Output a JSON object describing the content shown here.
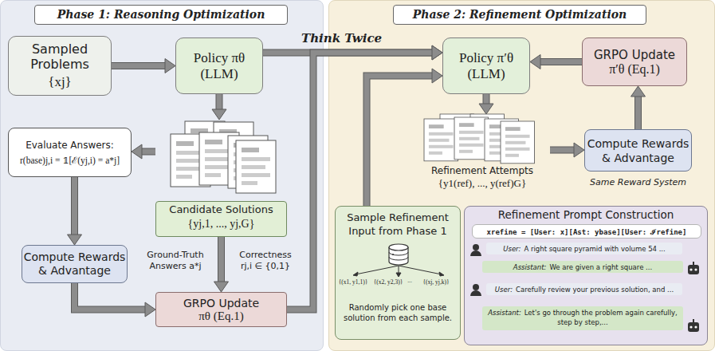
{
  "diagram": {
    "nodes": [
      {
        "text": [
          "Phase 1: Reasoning Optimization"
        ]
      },
      {
        "text": [
          "Phase 2: Refinement Optimization"
        ]
      },
      {
        "text": [
          "Sampled Problems",
          "{xj}"
        ],
        "in": 0
      },
      {
        "text": [
          "Policy πθ",
          "(LLM)"
        ],
        "in": 0
      },
      {
        "text": [
          "Evaluate Answers:",
          "r(base)j,i = 𝟙[ℰ(yj,i) = a*j]"
        ],
        "in": 0
      },
      {
        "text": [
          "Candidate Solutions",
          "{yj,1, ..., yj,G}"
        ],
        "in": 0
      },
      {
        "text": [
          "Compute Rewards & Advantage"
        ],
        "in": 0
      },
      {
        "text": [
          "GRPO Update",
          "πθ (Eq.1)"
        ],
        "in": 0
      },
      {
        "text": [
          "Policy π′θ",
          "(LLM)"
        ],
        "in": 1
      },
      {
        "text": [
          "GRPO Update",
          "π′θ (Eq.1)"
        ],
        "in": 1
      },
      {
        "text": [
          "Refinement Attempts",
          "{y1(ref), ..., y(ref)G}"
        ],
        "in": 1
      },
      {
        "text": [
          "Compute Rewards & Advantage"
        ],
        "in": 1
      },
      {
        "text": [
          "Sample Refinement Input from Phase 1",
          "Randomly pick one base solution from each sample."
        ],
        "in": 1
      },
      {
        "text": [
          "Refinement Prompt Construction"
        ],
        "in": 1
      },
      {
        "text": [
          "xrefine = [User: x][Ast: ybase][User: ℐrefine]"
        ],
        "in": 13
      },
      {
        "text": [
          "User:",
          "A right square pyramid with volume 54 ..."
        ],
        "in": 13
      },
      {
        "text": [
          "Assistant:",
          "We are given a right square ..."
        ],
        "in": 13
      },
      {
        "text": [
          "User:",
          "Carefully review your previous solution, and ..."
        ],
        "in": 13
      },
      {
        "text": [
          "Assistant:",
          "Let's go through the problem again carefully, step by step,..."
        ],
        "in": 13
      }
    ],
    "edges": [
      {
        "from": 2,
        "to": 3,
        "arrow": "to"
      },
      {
        "from": 3,
        "to": 5,
        "arrow": "to"
      },
      {
        "from": 5,
        "to": 4,
        "arrow": "to"
      },
      {
        "from": 4,
        "to": 6,
        "arrow": "to"
      },
      {
        "from": 6,
        "to": 7,
        "arrow": "to"
      },
      {
        "from": 5,
        "to": 7,
        "arrow": "to"
      },
      {
        "from": 3,
        "to": 8,
        "label": "Think Twice",
        "arrow": "to"
      },
      {
        "from": 7,
        "to": 8,
        "arrow": "to"
      },
      {
        "from": 12,
        "to": 8,
        "arrow": "to"
      },
      {
        "from": 8,
        "to": 10,
        "arrow": "to"
      },
      {
        "from": 10,
        "to": 11,
        "arrow": "to"
      },
      {
        "from": 11,
        "to": 9,
        "arrow": "to"
      },
      {
        "from": 9,
        "to": 8,
        "arrow": "to"
      }
    ],
    "labels": [
      "Ground-Truth Answers a*j",
      "Correctness rj,i ∈ {0,1}",
      "Same Reward System",
      "{(x1, y1,1)}",
      "{(x2, y2,3)}",
      "...",
      "{(xj, yj,k)}"
    ]
  }
}
